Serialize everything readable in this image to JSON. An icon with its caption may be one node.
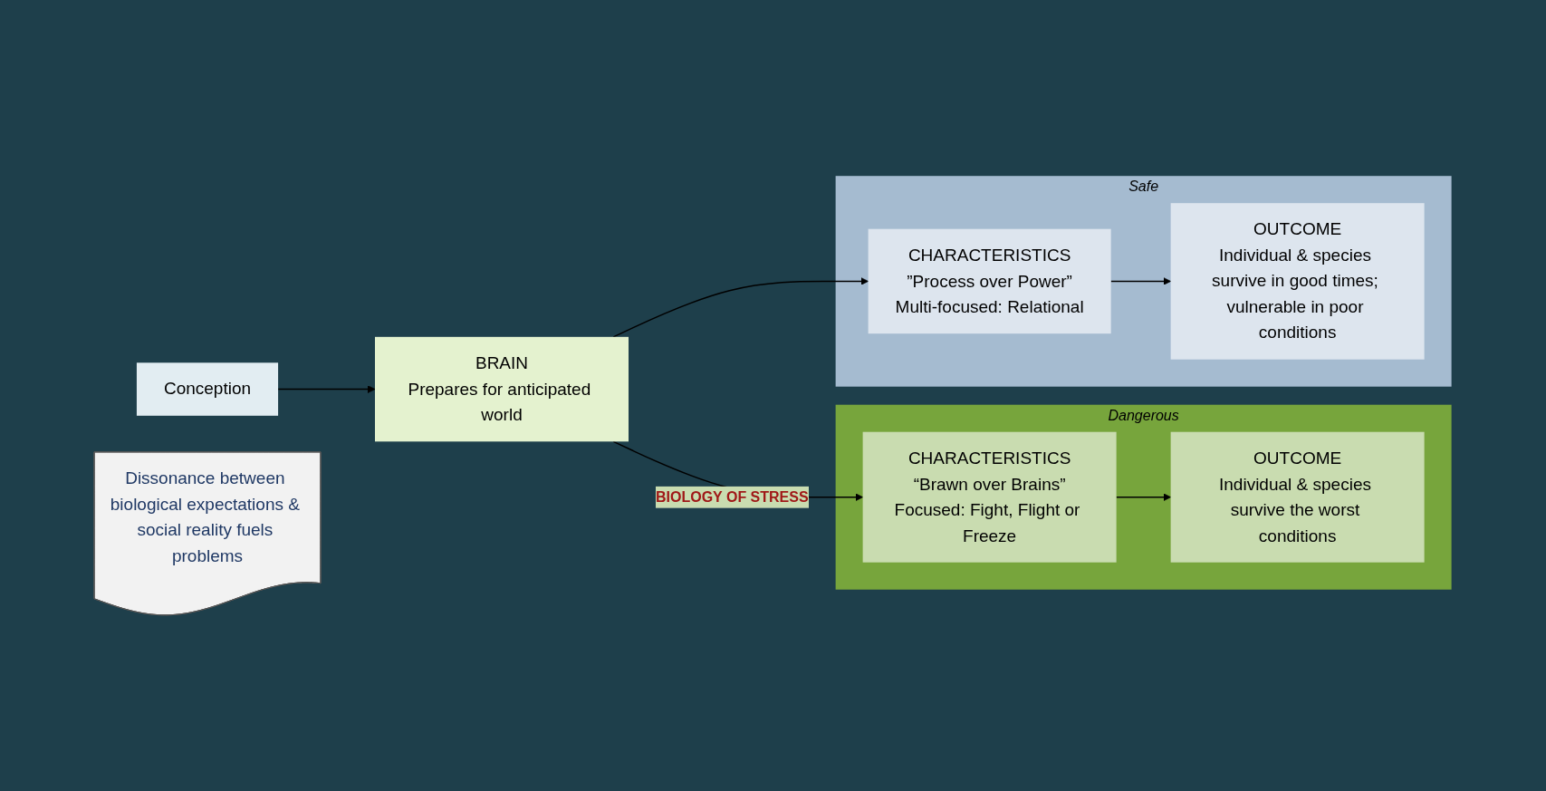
{
  "diagram": {
    "nodes": [
      {
        "text": [
          "Dangerous"
        ]
      },
      {
        "text": [
          "CHARACTERISTICS",
          "“Brawn over Brains”",
          "Focused: Fight, Flight or Freeze"
        ],
        "in": 0
      },
      {
        "text": [
          "OUTCOME",
          "Individual & species survive the worst conditions"
        ],
        "in": 0
      },
      {
        "text": [
          "Conception"
        ]
      },
      {
        "text": [
          "BRAIN",
          "Prepares for anticipated world"
        ]
      },
      {
        "text": [
          "Dissonance between biological expectations & social reality fuels problems"
        ]
      },
      {
        "text": [
          "Safe"
        ]
      },
      {
        "text": [
          "CHARACTERISTICS",
          "”Process over Power”",
          "Multi-focused: Relational"
        ],
        "in": 6
      },
      {
        "text": [
          "OUTCOME",
          "Individual & species survive in good times; vulnerable in poor conditions"
        ],
        "in": 6
      }
    ],
    "edges": [
      {
        "from": 3,
        "to": 4,
        "arrow": "to"
      },
      {
        "from": 4,
        "to": 1,
        "arrow": "to",
        "label": "BIOLOGY OF STRESS"
      },
      {
        "from": 4,
        "to": 7,
        "arrow": "to"
      },
      {
        "from": 1,
        "to": 2,
        "arrow": "to"
      },
      {
        "from": 7,
        "to": 8,
        "arrow": "to"
      }
    ]
  }
}
